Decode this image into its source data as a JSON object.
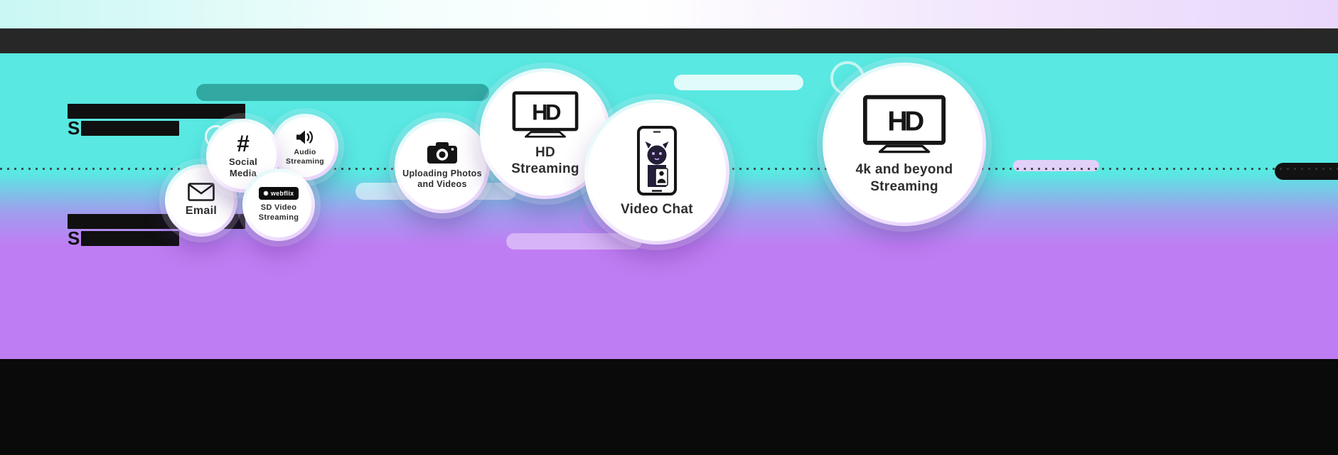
{
  "colors": {
    "cyan_bg": "#59e8e2",
    "purple_bg": "#bf7df3",
    "teal_pill": "#2b9e98",
    "light_purple_pill": "#d7b3f7",
    "top_bar": "#272727",
    "footer_bar": "#0a0a0a",
    "bubble_fill": "#ffffff",
    "text": "#2e2e2e"
  },
  "redacted": {
    "block_a": {
      "line2_prefix": "S"
    },
    "block_b": {
      "line2_prefix": "S"
    }
  },
  "icons": {
    "tv_label": "HD",
    "hashtag": "#",
    "webflix_mark": "◉",
    "webflix_brand": "webflix"
  },
  "bubbles": [
    {
      "id": "email",
      "label": "Email",
      "icon": "envelope-icon"
    },
    {
      "id": "social-media",
      "label": "Social Media",
      "icon": "hashtag-icon"
    },
    {
      "id": "audio-streaming",
      "label": "Audio Streaming",
      "icon": "speaker-icon"
    },
    {
      "id": "sd-video-streaming",
      "label": "SD Video Streaming",
      "icon": "webflix-logo"
    },
    {
      "id": "uploading-photos-videos",
      "label": "Uploading Photos and Videos",
      "icon": "camera-icon"
    },
    {
      "id": "hd-streaming",
      "label": "HD Streaming",
      "icon": "hd-tv-icon"
    },
    {
      "id": "video-chat",
      "label": "Video Chat",
      "icon": "video-chat-phone-icon"
    },
    {
      "id": "4k-streaming",
      "label": "4k and beyond Streaming",
      "icon": "hd-tv-icon"
    }
  ]
}
